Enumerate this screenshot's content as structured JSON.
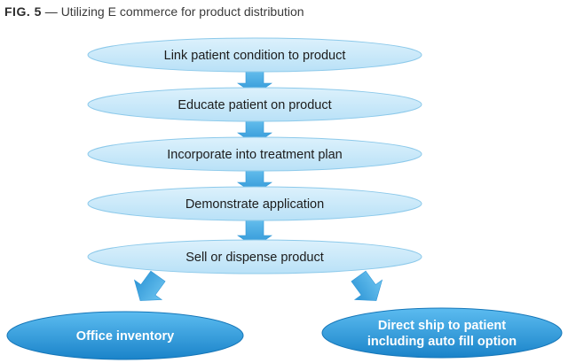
{
  "caption": {
    "label": "FIG. 5",
    "separator": " — ",
    "title": "Utilizing E commerce for product distribution"
  },
  "steps": [
    {
      "label": "Link patient condition to product"
    },
    {
      "label": "Educate patient on product"
    },
    {
      "label": "Incorporate into treatment plan"
    },
    {
      "label": "Demonstrate application"
    },
    {
      "label": "Sell or dispense product"
    }
  ],
  "outcomes": [
    {
      "lines": [
        "Office inventory"
      ]
    },
    {
      "lines": [
        "Direct ship to patient",
        "including auto fill option"
      ]
    }
  ],
  "colors": {
    "step_fill_light": "#dcf1fc",
    "step_fill_dark": "#b9e1f7",
    "step_stroke": "#8cc9ea",
    "arrow_light": "#6dc4f0",
    "arrow_dark": "#2d95d6",
    "outcome_light": "#5cbcf0",
    "outcome_dark": "#1a83c9",
    "outcome_stroke": "#1576b8"
  }
}
